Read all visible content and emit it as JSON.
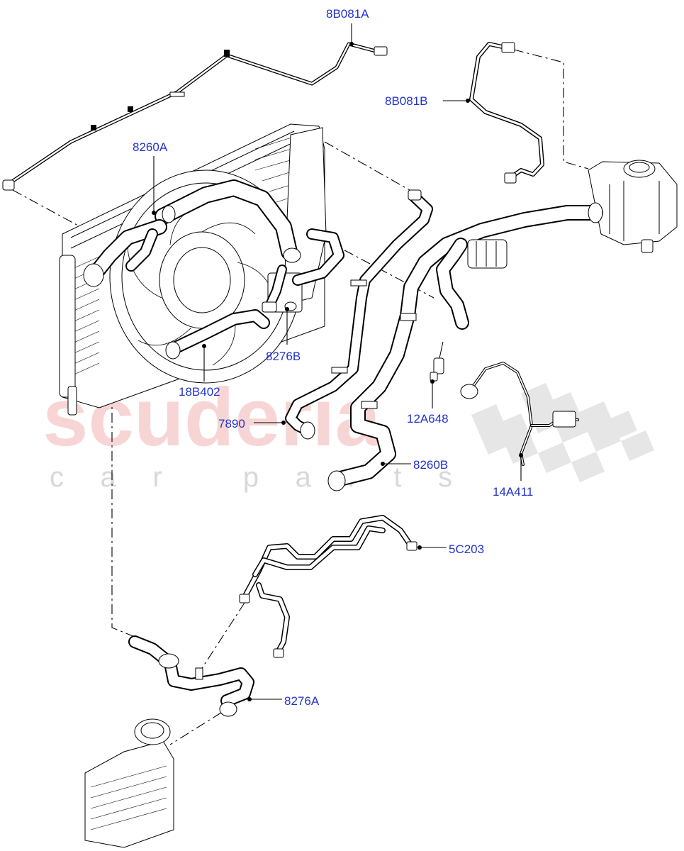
{
  "watermark": {
    "main": "scuderia",
    "sub": "car parts",
    "main_color": "#f4b3b3",
    "sub_color": "#d8d8d8"
  },
  "callout_color": "#2233cc",
  "callouts": [
    {
      "id": "8B081A",
      "text": "8B081A"
    },
    {
      "id": "8B081B",
      "text": "8B081B"
    },
    {
      "id": "8260A",
      "text": "8260A"
    },
    {
      "id": "8276B",
      "text": "8276B"
    },
    {
      "id": "18B402",
      "text": "18B402"
    },
    {
      "id": "7890",
      "text": "7890"
    },
    {
      "id": "12A648",
      "text": "12A648"
    },
    {
      "id": "8260B",
      "text": "8260B"
    },
    {
      "id": "14A411",
      "text": "14A411"
    },
    {
      "id": "5C203",
      "text": "5C203"
    },
    {
      "id": "8276A",
      "text": "8276A"
    }
  ]
}
